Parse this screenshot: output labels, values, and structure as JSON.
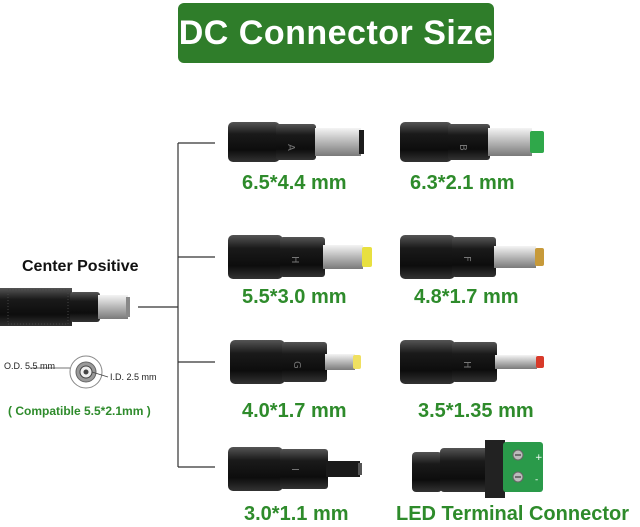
{
  "title": "DC Connector Size",
  "main_plug": {
    "heading": "Center Positive",
    "od_label": "O.D.",
    "od_value": "5.5 mm",
    "id_label": "I.D.",
    "id_value": "2.5 mm",
    "compatible": "( Compatible 5.5*2.1mm )"
  },
  "connectors": [
    {
      "letter": "A",
      "size": "6.5*4.4 mm",
      "tip_color": "#c8c8c8"
    },
    {
      "letter": "B",
      "size": "6.3*2.1 mm",
      "tip_color": "#2fa84a"
    },
    {
      "letter": "H",
      "size": "5.5*3.0 mm",
      "tip_color": "#e8e040"
    },
    {
      "letter": "F",
      "size": "4.8*1.7 mm",
      "tip_color": "#c79a3a"
    },
    {
      "letter": "G",
      "size": "4.0*1.7 mm",
      "tip_color": "#f0e060"
    },
    {
      "letter": "H",
      "size": "3.5*1.35 mm",
      "tip_color": "#d83a2a"
    },
    {
      "letter": "I",
      "size": "3.0*1.1 mm",
      "tip_color": "#c8c8c8"
    },
    {
      "letter": "",
      "size": "LED Terminal Connector",
      "tip_color": "#2a9a4a"
    }
  ],
  "colors": {
    "title_bg": "#2f7d2a",
    "label_green": "#2e8b2b"
  }
}
